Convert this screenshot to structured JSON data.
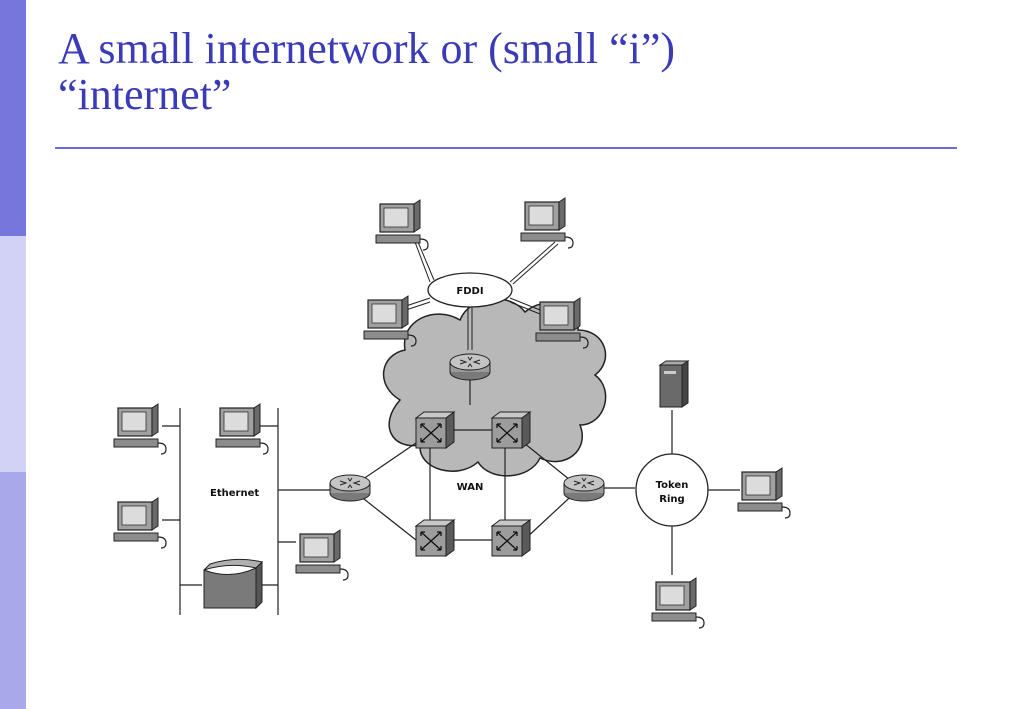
{
  "slide": {
    "title_line1": "A small internetwork or (small “i”)",
    "title_line2": "“internet”"
  },
  "diagram": {
    "labels": {
      "fddi": "FDDI",
      "wan": "WAN",
      "ethernet": "Ethernet",
      "token": "Token",
      "ring": "Ring"
    }
  },
  "colors": {
    "title": "#3b3bb8",
    "sidebar_top": "#7676dc",
    "sidebar_mid": "#d2d2f6",
    "sidebar_bottom": "#a8a8ea",
    "rule": "#6a6ad8"
  }
}
